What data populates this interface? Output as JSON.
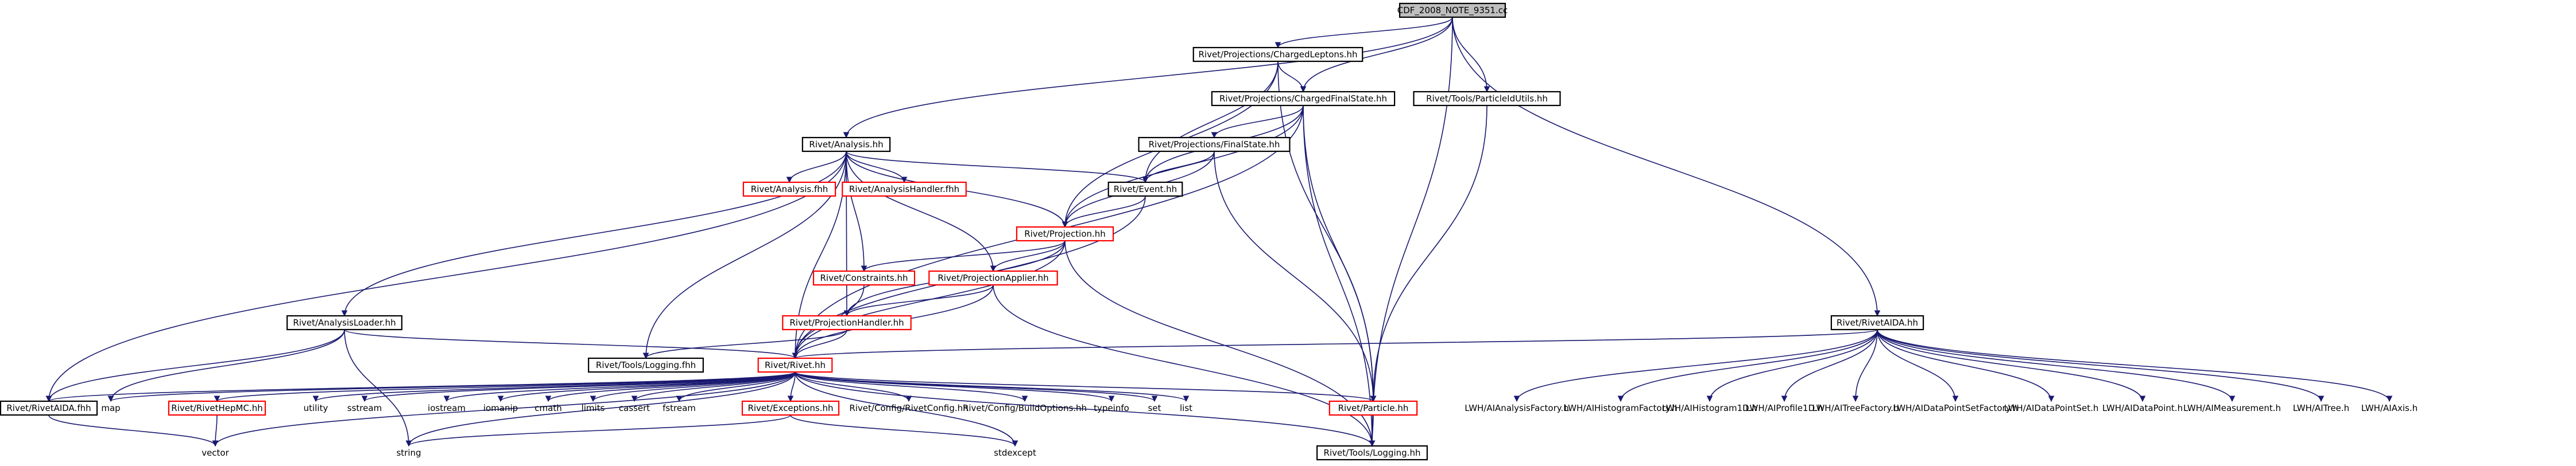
{
  "colors": {
    "edge": "#191970",
    "box_border": "#000000",
    "root_fill": "#bfbfbf",
    "missing_border": "#ff0000",
    "text": "#000000"
  },
  "nodes": [
    {
      "id": "root",
      "label": "CDF_2008_NOTE_9351.cc",
      "style": "root"
    },
    {
      "id": "chl",
      "label": "Rivet/Projections/ChargedLeptons.hh",
      "style": "box"
    },
    {
      "id": "cfs",
      "label": "Rivet/Projections/ChargedFinalState.hh",
      "style": "box"
    },
    {
      "id": "pu",
      "label": "Rivet/Tools/ParticleIdUtils.hh",
      "style": "box"
    },
    {
      "id": "ana",
      "label": "Rivet/Analysis.hh",
      "style": "box"
    },
    {
      "id": "fs",
      "label": "Rivet/Projections/FinalState.hh",
      "style": "box"
    },
    {
      "id": "afh",
      "label": "Rivet/Analysis.fhh",
      "style": "red"
    },
    {
      "id": "ahf",
      "label": "Rivet/AnalysisHandler.fhh",
      "style": "red"
    },
    {
      "id": "ev",
      "label": "Rivet/Event.hh",
      "style": "box"
    },
    {
      "id": "proj",
      "label": "Rivet/Projection.hh",
      "style": "red"
    },
    {
      "id": "cons",
      "label": "Rivet/Constraints.hh",
      "style": "red"
    },
    {
      "id": "papp",
      "label": "Rivet/ProjectionApplier.hh",
      "style": "red"
    },
    {
      "id": "ryh",
      "label": "Rivet/RivetAIDA.hh",
      "style": "box"
    },
    {
      "id": "al",
      "label": "Rivet/AnalysisLoader.hh",
      "style": "box"
    },
    {
      "id": "ph",
      "label": "Rivet/ProjectionHandler.hh",
      "style": "red"
    },
    {
      "id": "tlf",
      "label": "Rivet/Tools/Logging.fhh",
      "style": "box"
    },
    {
      "id": "rivet",
      "label": "Rivet/Rivet.hh",
      "style": "red"
    },
    {
      "id": "raf",
      "label": "Rivet/RivetAIDA.fhh",
      "style": "box"
    },
    {
      "id": "map",
      "label": "map",
      "style": "plain"
    },
    {
      "id": "rhm",
      "label": "Rivet/RivetHepMC.hh",
      "style": "red"
    },
    {
      "id": "utility",
      "label": "utility",
      "style": "plain"
    },
    {
      "id": "sstream",
      "label": "sstream",
      "style": "plain"
    },
    {
      "id": "iostream",
      "label": "iostream",
      "style": "plain"
    },
    {
      "id": "iomanip",
      "label": "iomanip",
      "style": "plain"
    },
    {
      "id": "cmath",
      "label": "cmath",
      "style": "plain"
    },
    {
      "id": "limits",
      "label": "limits",
      "style": "plain"
    },
    {
      "id": "cassert",
      "label": "cassert",
      "style": "plain"
    },
    {
      "id": "fstream",
      "label": "fstream",
      "style": "plain"
    },
    {
      "id": "exc",
      "label": "Rivet/Exceptions.hh",
      "style": "red"
    },
    {
      "id": "rcfg",
      "label": "Rivet/Config/RivetConfig.hh",
      "style": "plain"
    },
    {
      "id": "bo",
      "label": "Rivet/Config/BuildOptions.hh",
      "style": "plain"
    },
    {
      "id": "typeinfo",
      "label": "typeinfo",
      "style": "plain"
    },
    {
      "id": "set",
      "label": "set",
      "style": "plain"
    },
    {
      "id": "list",
      "label": "list",
      "style": "plain"
    },
    {
      "id": "part",
      "label": "Rivet/Particle.hh",
      "style": "red"
    },
    {
      "id": "aaf",
      "label": "LWH/AIAnalysisFactory.h",
      "style": "plain"
    },
    {
      "id": "ahfac",
      "label": "LWH/AIHistogramFactory.h",
      "style": "plain"
    },
    {
      "id": "ah1",
      "label": "LWH/AIHistogram1D.h",
      "style": "plain"
    },
    {
      "id": "ap1",
      "label": "LWH/AIProfile1D.h",
      "style": "plain"
    },
    {
      "id": "atf",
      "label": "LWH/AITreeFactory.h",
      "style": "plain"
    },
    {
      "id": "adpsf",
      "label": "LWH/AIDataPointSetFactory.h",
      "style": "plain"
    },
    {
      "id": "adps",
      "label": "LWH/AIDataPointSet.h",
      "style": "plain"
    },
    {
      "id": "adp",
      "label": "LWH/AIDataPoint.h",
      "style": "plain"
    },
    {
      "id": "ameas",
      "label": "LWH/AIMeasurement.h",
      "style": "plain"
    },
    {
      "id": "atree",
      "label": "LWH/AITree.h",
      "style": "plain"
    },
    {
      "id": "aaxis",
      "label": "LWH/AIAxis.h",
      "style": "plain"
    },
    {
      "id": "vector",
      "label": "vector",
      "style": "plain"
    },
    {
      "id": "string",
      "label": "string",
      "style": "plain"
    },
    {
      "id": "stdexcept",
      "label": "stdexcept",
      "style": "plain"
    },
    {
      "id": "tlog",
      "label": "Rivet/Tools/Logging.hh",
      "style": "box"
    }
  ],
  "edges": [
    [
      "root",
      "chl"
    ],
    [
      "root",
      "cfs"
    ],
    [
      "root",
      "pu"
    ],
    [
      "root",
      "ana"
    ],
    [
      "root",
      "ryh"
    ],
    [
      "root",
      "tlog"
    ],
    [
      "chl",
      "cfs"
    ],
    [
      "chl",
      "ev"
    ],
    [
      "chl",
      "proj"
    ],
    [
      "chl",
      "part"
    ],
    [
      "cfs",
      "fs"
    ],
    [
      "cfs",
      "ev"
    ],
    [
      "cfs",
      "proj"
    ],
    [
      "cfs",
      "part"
    ],
    [
      "cfs",
      "rivet"
    ],
    [
      "cfs",
      "tlog"
    ],
    [
      "pu",
      "part"
    ],
    [
      "fs",
      "ev"
    ],
    [
      "fs",
      "proj"
    ],
    [
      "fs",
      "part"
    ],
    [
      "ana",
      "afh"
    ],
    [
      "ana",
      "ahf"
    ],
    [
      "ana",
      "ev"
    ],
    [
      "ana",
      "proj"
    ],
    [
      "ana",
      "cons"
    ],
    [
      "ana",
      "papp"
    ],
    [
      "ana",
      "ph"
    ],
    [
      "ana",
      "al"
    ],
    [
      "ana",
      "tlf"
    ],
    [
      "ana",
      "rivet"
    ],
    [
      "ana",
      "raf"
    ],
    [
      "ev",
      "proj"
    ],
    [
      "ev",
      "rivet"
    ],
    [
      "proj",
      "cons"
    ],
    [
      "proj",
      "papp"
    ],
    [
      "proj",
      "ph"
    ],
    [
      "proj",
      "rivet"
    ],
    [
      "proj",
      "tlog"
    ],
    [
      "papp",
      "ph"
    ],
    [
      "papp",
      "rivet"
    ],
    [
      "papp",
      "tlog"
    ],
    [
      "cons",
      "rivet"
    ],
    [
      "ph",
      "tlf"
    ],
    [
      "ph",
      "rivet"
    ],
    [
      "al",
      "rivet"
    ],
    [
      "al",
      "map"
    ],
    [
      "al",
      "string"
    ],
    [
      "al",
      "raf"
    ],
    [
      "rivet",
      "raf"
    ],
    [
      "rivet",
      "map"
    ],
    [
      "rivet",
      "rhm"
    ],
    [
      "rivet",
      "utility"
    ],
    [
      "rivet",
      "sstream"
    ],
    [
      "rivet",
      "iostream"
    ],
    [
      "rivet",
      "iomanip"
    ],
    [
      "rivet",
      "cmath"
    ],
    [
      "rivet",
      "limits"
    ],
    [
      "rivet",
      "cassert"
    ],
    [
      "rivet",
      "fstream"
    ],
    [
      "rivet",
      "exc"
    ],
    [
      "rivet",
      "rcfg"
    ],
    [
      "rivet",
      "bo"
    ],
    [
      "rivet",
      "typeinfo"
    ],
    [
      "rivet",
      "set"
    ],
    [
      "rivet",
      "list"
    ],
    [
      "rivet",
      "part"
    ],
    [
      "rivet",
      "vector"
    ],
    [
      "rivet",
      "string"
    ],
    [
      "rivet",
      "stdexcept"
    ],
    [
      "rivet",
      "tlog"
    ],
    [
      "ryh",
      "rivet"
    ],
    [
      "ryh",
      "aaf"
    ],
    [
      "ryh",
      "ahfac"
    ],
    [
      "ryh",
      "ah1"
    ],
    [
      "ryh",
      "ap1"
    ],
    [
      "ryh",
      "atf"
    ],
    [
      "ryh",
      "adpsf"
    ],
    [
      "ryh",
      "adps"
    ],
    [
      "ryh",
      "adp"
    ],
    [
      "ryh",
      "ameas"
    ],
    [
      "ryh",
      "atree"
    ],
    [
      "ryh",
      "aaxis"
    ],
    [
      "raf",
      "vector"
    ],
    [
      "rhm",
      "vector"
    ],
    [
      "exc",
      "string"
    ],
    [
      "exc",
      "stdexcept"
    ],
    [
      "part",
      "tlog"
    ]
  ]
}
